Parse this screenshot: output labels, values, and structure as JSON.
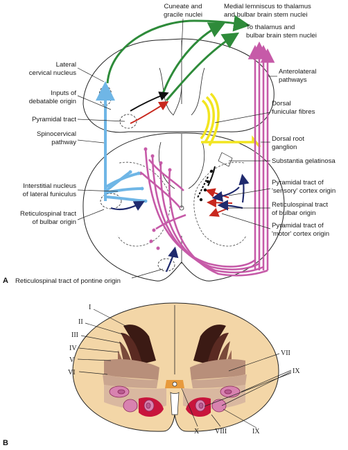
{
  "panel_a": {
    "letter": "A",
    "labels": {
      "cuneate": [
        "Cuneate and",
        "gracile nuclei"
      ],
      "medial_lemniscus": [
        "Medial lemniscus to thalamus",
        "and bulbar brain stem nuclei"
      ],
      "to_thalamus": [
        "To thalamus and",
        "bulbar brain stem nuclei"
      ],
      "lateral_cervical": [
        "Lateral",
        "cervical nucleus"
      ],
      "anterolateral": [
        "Anterolateral",
        "pathways"
      ],
      "inputs_debatable": [
        "Inputs of",
        "debatable origin"
      ],
      "pyramidal_tract": "Pyramidal tract",
      "dorsal_funicular": [
        "Dorsal",
        "funicular fibres"
      ],
      "spinocervical": [
        "Spinocervical",
        "pathway"
      ],
      "dorsal_root": [
        "Dorsal root",
        "ganglion"
      ],
      "substantia": "Substantia gelatinosa",
      "interstitial": [
        "Interstitial nucleus",
        "of lateral funiculus"
      ],
      "pyr_sensory": [
        "Pyramidal tract of",
        "'sensory' cortex origin"
      ],
      "reticulospinal_bulbar_left": [
        "Reticulospinal tract",
        "of bulbar origin"
      ],
      "reticulospinal_bulbar_right": [
        "Reticulospinal tract",
        "of bulbar origin"
      ],
      "pyr_motor": [
        "Pyramidal tract of",
        "'motor' cortex origin"
      ],
      "reticulospinal_pontine": "Reticulospinal tract of pontine origin"
    }
  },
  "panel_b": {
    "letter": "B",
    "laminae": [
      "I",
      "II",
      "III",
      "IV",
      "V",
      "VI",
      "VII",
      "VIII",
      "IX",
      "IX",
      "X"
    ]
  },
  "colors": {
    "green": "#2e8b3a",
    "pink": "#c65aa8",
    "blue": "#6fb6e6",
    "yellow": "#f2e520",
    "red": "#c8281e",
    "navy": "#1f2a6e",
    "cord_fill": "#f3d6a7",
    "grey_dark": "#5a2a22",
    "lamina_pink": "#d882b0",
    "lamina_red": "#c8143c",
    "central_orange": "#e89a3c"
  }
}
